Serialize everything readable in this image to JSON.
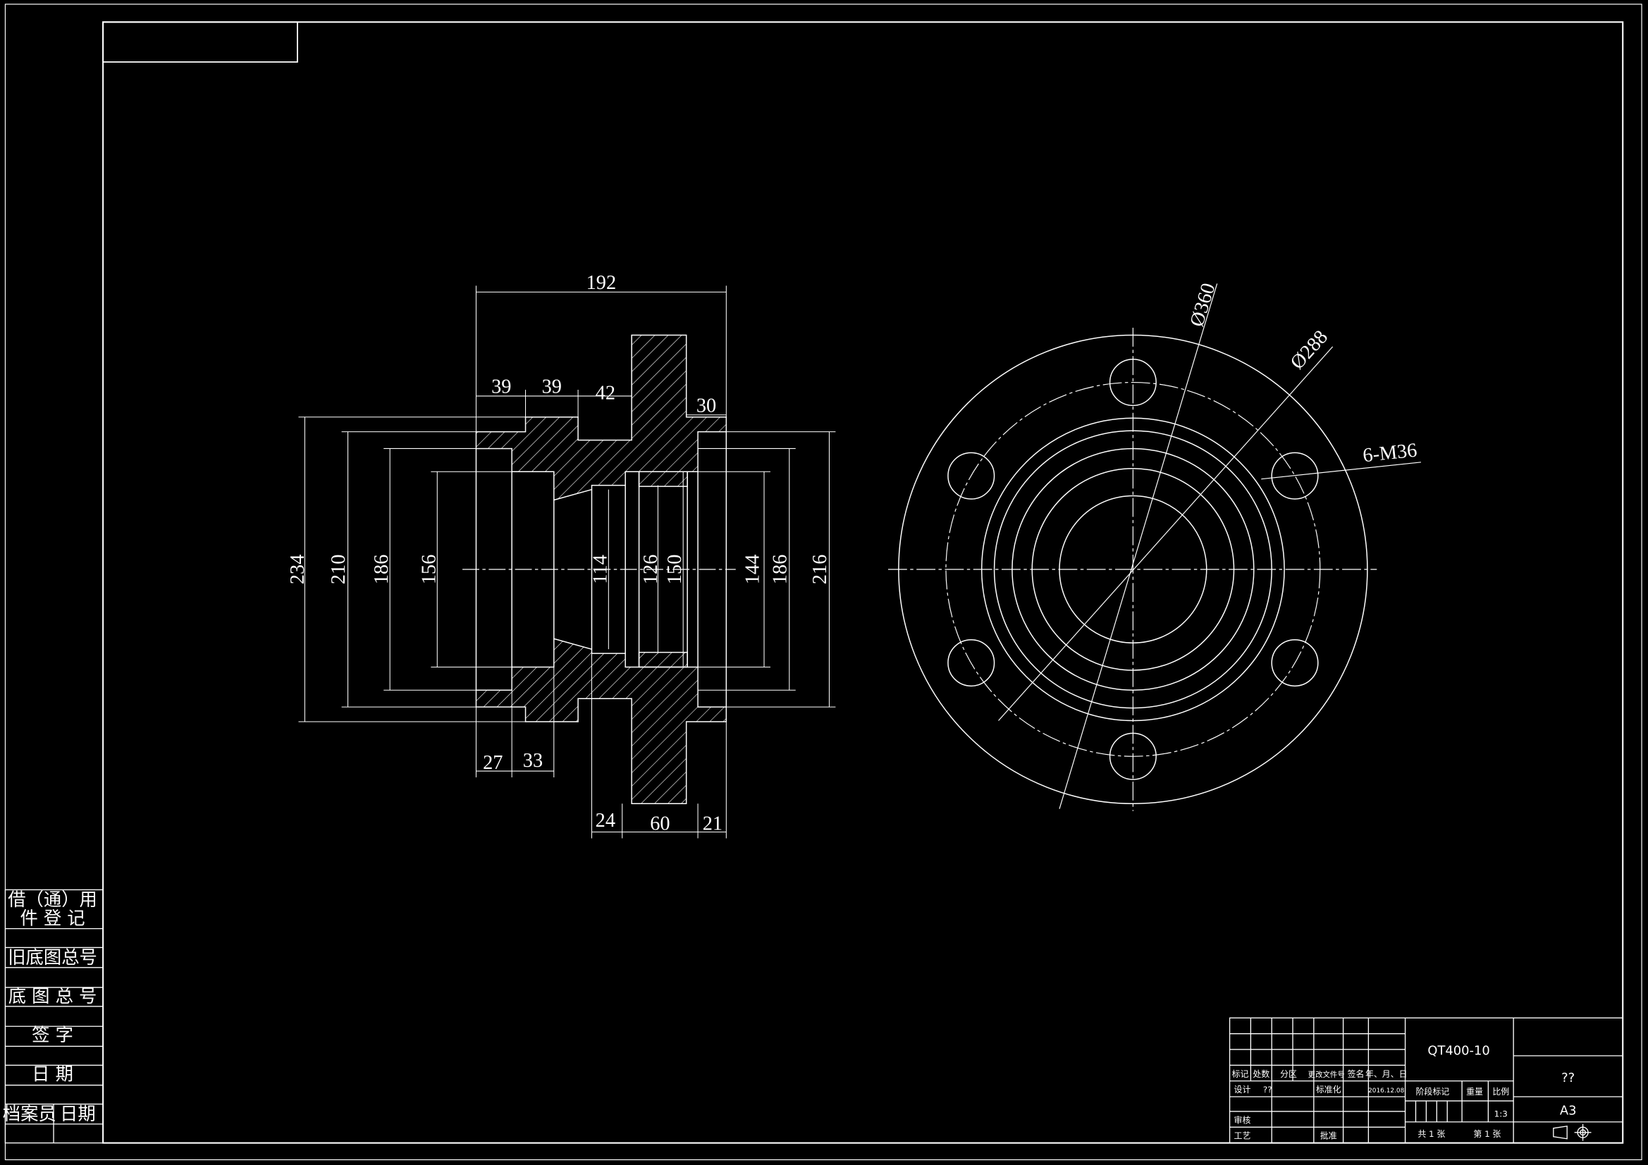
{
  "drawing": {
    "section_view": {
      "overall_length": "192",
      "left_segments": [
        "39",
        "39",
        "42"
      ],
      "right_segment": "30",
      "bottom_left": [
        "27",
        "33"
      ],
      "bottom_right": [
        "24",
        "60",
        "21"
      ],
      "diameters_left": [
        "234",
        "210",
        "186",
        "156"
      ],
      "diameters_center": [
        "114",
        "126",
        "150"
      ],
      "diameters_right": [
        "144",
        "186",
        "216"
      ]
    },
    "end_view": {
      "outer_diameter": "Ø360",
      "bolt_circle": "Ø288",
      "holes": "6-M36"
    }
  },
  "side_table": {
    "rows": [
      {
        "line1": "借（通）用",
        "line2": "件  登  记"
      },
      {
        "line1": "旧底图总号"
      },
      {
        "line1": "底 图 总 号"
      },
      {
        "line1": "签    字"
      },
      {
        "line1": "日    期"
      }
    ],
    "archivist": "档案员",
    "date": "日期"
  },
  "title_block": {
    "material": "QT400-10",
    "name": "??",
    "sheet_size": "A3",
    "scale": "1:3",
    "headers": [
      "标记",
      "处数",
      "分区",
      "更改文件号",
      "签名",
      "年、月、日"
    ],
    "design_label": "设计",
    "design_value": "??",
    "standardize": "标准化",
    "design_date": "2016.12.08",
    "review": "审核",
    "process": "工艺",
    "approve": "批准",
    "stage_mark": "阶段标记",
    "weight": "重量",
    "ratio": "比例",
    "sheets_total": "共  1  张",
    "sheet_no": "第  1  张"
  }
}
